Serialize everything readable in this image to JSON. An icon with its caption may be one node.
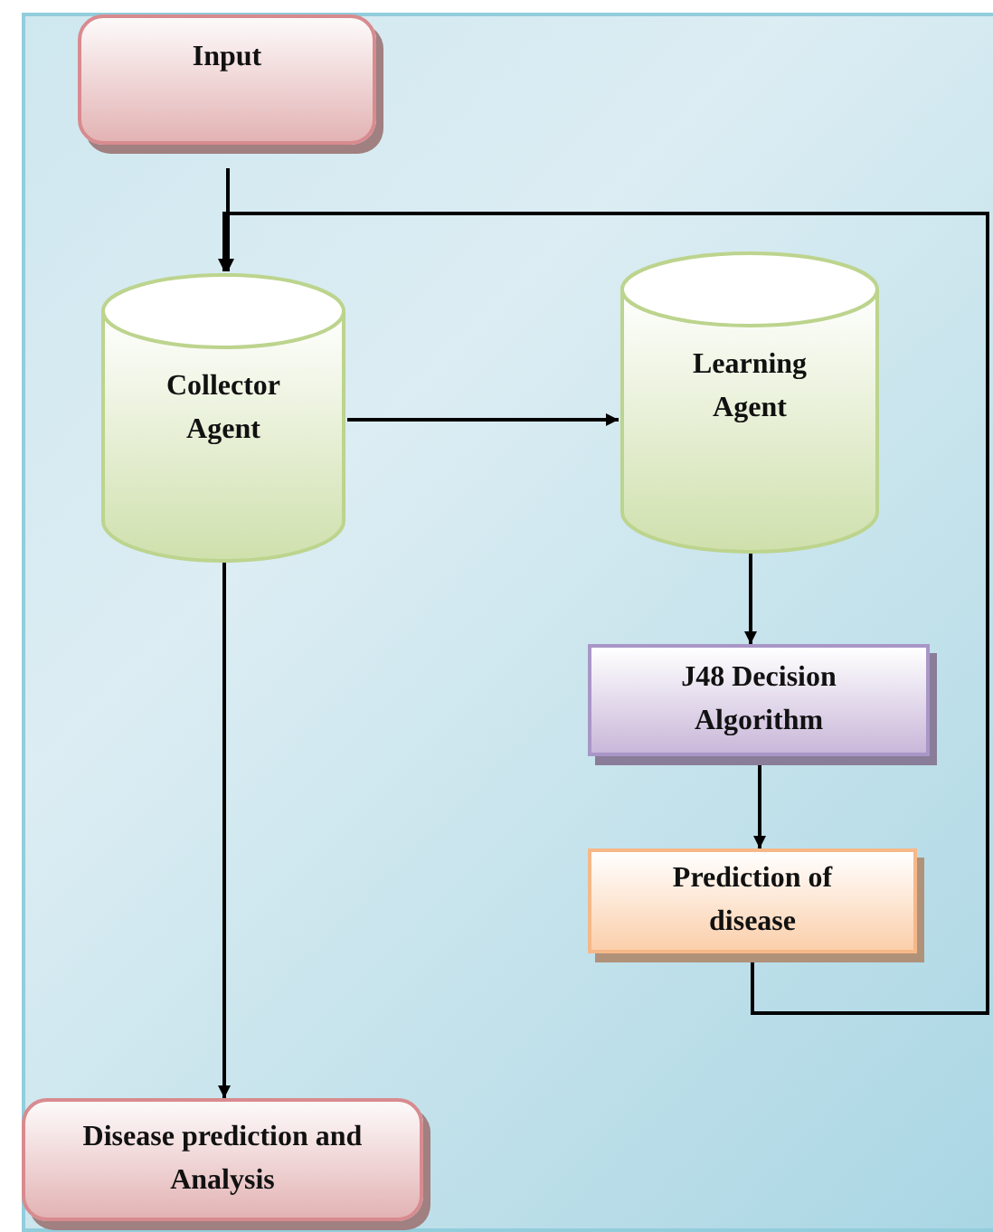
{
  "diagram": {
    "nodes": [
      {
        "text": [
          "Input"
        ]
      },
      {
        "text": [
          "Collector Agent"
        ]
      },
      {
        "text": [
          "Learning Agent"
        ]
      },
      {
        "text": [
          "J48 Decision Algorithm"
        ]
      },
      {
        "text": [
          "Prediction of disease"
        ]
      },
      {
        "text": [
          "Disease prediction and Analysis"
        ]
      }
    ],
    "edges": [
      {
        "from": 0,
        "to": 1,
        "arrow": "to"
      },
      {
        "from": 1,
        "to": 2,
        "arrow": "to"
      },
      {
        "from": 2,
        "to": 3,
        "arrow": "to"
      },
      {
        "from": 3,
        "to": 4,
        "arrow": "to"
      },
      {
        "from": 4,
        "to": 1,
        "arrow": "to"
      },
      {
        "from": 1,
        "to": 5,
        "arrow": "to"
      }
    ]
  }
}
